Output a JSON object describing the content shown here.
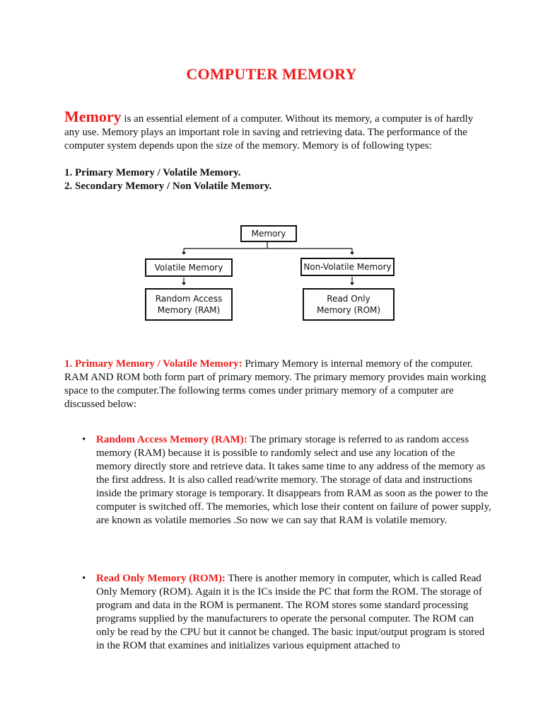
{
  "title": "COMPUTER MEMORY",
  "intro": {
    "lead": "Memory",
    "text": " is an essential element of a computer. Without its memory, a computer is of hardly any use. Memory plays an important role in saving and retrieving data. The performance of the computer system depends upon the size of the memory. Memory is of following types:"
  },
  "types": [
    "1. Primary Memory / Volatile Memory.",
    "2. Secondary Memory / Non Volatile Memory."
  ],
  "diagram": {
    "root": "Memory",
    "volatile": "Volatile Memory",
    "non_volatile": "Non-Volatile Memory",
    "ram": "Random Access Memory (RAM)",
    "rom": "Read Only Memory (ROM)"
  },
  "primary": {
    "heading": "1. Primary Memory / Volatile Memory:",
    "text": " Primary Memory is internal memory of the computer. RAM AND ROM both form part of primary memory. The primary memory provides main working space to the computer.The following terms comes under primary memory of a computer are discussed below:"
  },
  "bullets": {
    "ram": {
      "heading": "Random Access Memory (RAM):",
      "text": " The primary storage is referred to as random access memory (RAM) because it is possible to randomly select and use any location of the memory directly store and retrieve data. It takes same time to any address of the memory as the first address. It is also called read/write memory. The storage of data and instructions inside the primary storage is temporary. It disappears from RAM as soon as the power to the computer is switched off. The memories, which lose their content on failure of power supply, are known as volatile memories .So now we can say that RAM is volatile memory."
    },
    "rom": {
      "heading": "Read Only Memory (ROM):",
      "text": " There is another memory in computer, which is called Read Only Memory (ROM). Again it is the ICs inside the PC that form the ROM. The storage of program and data in the ROM is permanent. The ROM stores some standard processing programs supplied by the manufacturers to operate the personal computer. The ROM can only be read by the CPU but it cannot be changed. The basic input/output program is stored in the ROM that examines and initializes various equipment attached to"
    }
  },
  "bullet_glyph": "•",
  "colors": {
    "accent": "#ee1c1c",
    "text": "#111111",
    "background": "#ffffff"
  }
}
